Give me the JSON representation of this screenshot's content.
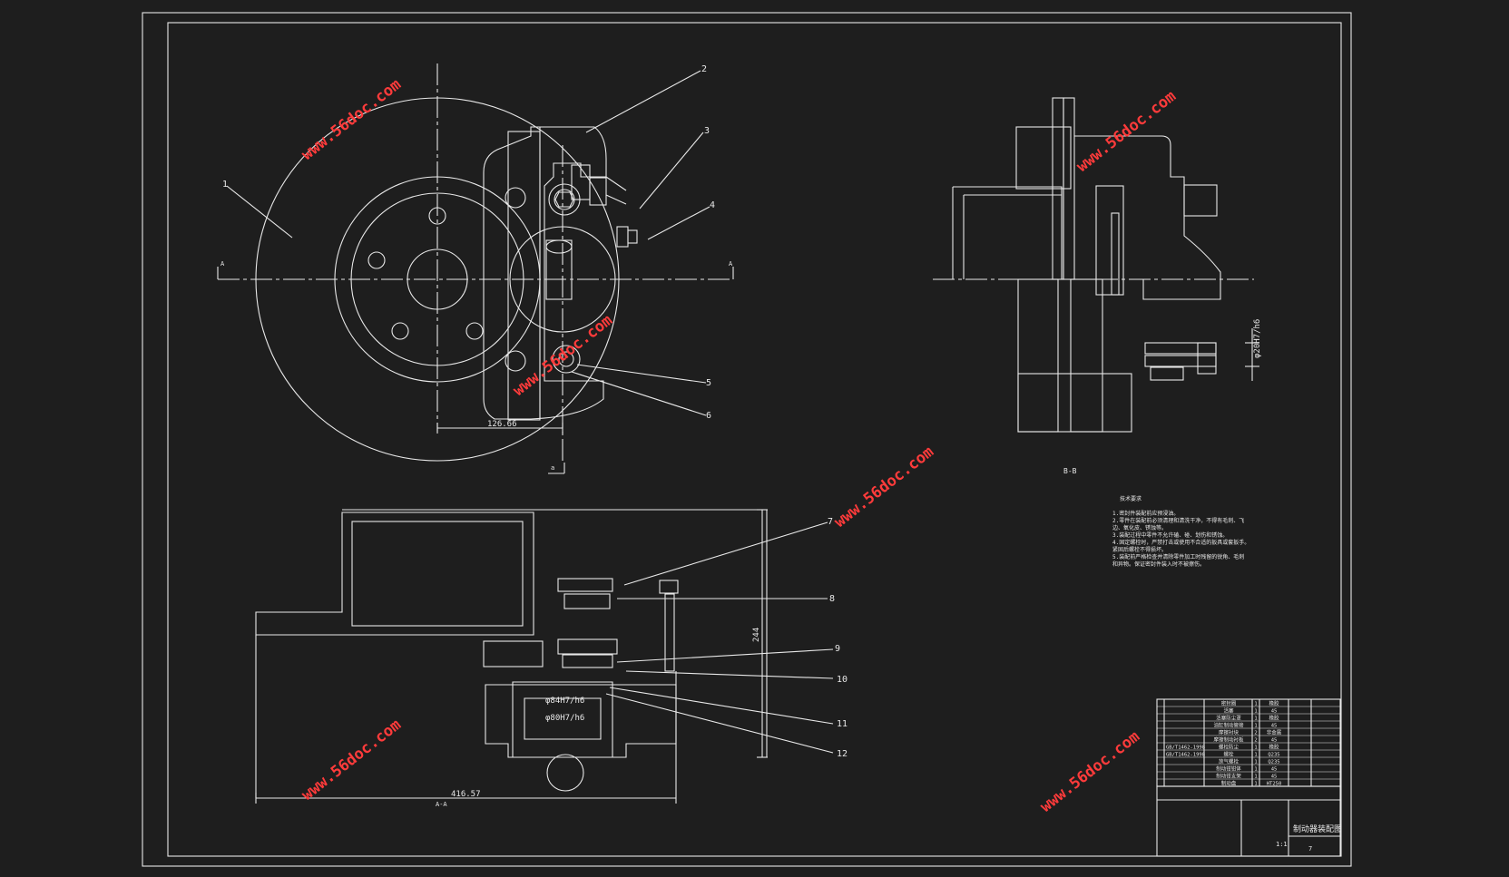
{
  "colors": {
    "background": "#1e1e1e",
    "line": "#e8e8e8",
    "watermark": "#ff3b3b"
  },
  "balloons": [
    "1",
    "2",
    "3",
    "4",
    "5",
    "6",
    "7",
    "8",
    "9",
    "10",
    "11",
    "12"
  ],
  "section_marks": {
    "a_left": "A",
    "a_right": "A",
    "a_bottom": "a"
  },
  "dimensions": {
    "top_width": "126.66",
    "bottom_width": "416.57",
    "height": "244",
    "fit_b": "φ20H7/h6",
    "fit_1": "φ84H7/h6",
    "fit_2": "φ80H7/h6"
  },
  "view_labels": {
    "section_bb": "B-B",
    "section_aa": "A-A"
  },
  "tech_requirements": {
    "title": "技术要求",
    "lines": [
      "1.密封件装配前应预浸油。",
      "2.零件在装配前必须清理和清洗干净，不得有毛刺、飞",
      "边、氧化皮、锈蚀等。",
      "3.装配过程中零件不允许磕、碰、划伤和锈蚀。",
      "4.固定螺栓时，严禁打击或使用不合适的扳具或套扳手。",
      "紧固后螺栓不得损坏。",
      "5.装配前严格检查并清除零件加工时残留的锐角、毛刺",
      "和异物。保证密封件装入时不被擦伤。"
    ]
  },
  "bom": [
    {
      "code": "",
      "name": "密封圈",
      "qty": "1",
      "material": "橡胶"
    },
    {
      "code": "",
      "name": "活塞",
      "qty": "1",
      "material": "45"
    },
    {
      "code": "",
      "name": "活塞防尘罩",
      "qty": "1",
      "material": "橡胶"
    },
    {
      "code": "",
      "name": "油缸制动管接",
      "qty": "1",
      "material": "45"
    },
    {
      "code": "",
      "name": "摩擦衬块",
      "qty": "2",
      "material": "非金属"
    },
    {
      "code": "",
      "name": "摩擦制动衬板",
      "qty": "2",
      "material": "45"
    },
    {
      "code": "GB/T1462-1998",
      "name": "螺栓防尘",
      "qty": "1",
      "material": "橡胶"
    },
    {
      "code": "GB/T1462-1998",
      "name": "螺栓",
      "qty": "1",
      "material": "Q235"
    },
    {
      "code": "",
      "name": "放气螺栓",
      "qty": "1",
      "material": "Q235"
    },
    {
      "code": "",
      "name": "制动钳钳体",
      "qty": "1",
      "material": "45"
    },
    {
      "code": "",
      "name": "制动钳支架",
      "qty": "1",
      "material": "45"
    },
    {
      "code": "",
      "name": "制动盘",
      "qty": "1",
      "material": "HT250"
    }
  ],
  "title_block": {
    "drawing_name": "制动器装配图",
    "scale": "1:1",
    "sheet": "7"
  },
  "watermark_text": "www.56doc.com"
}
